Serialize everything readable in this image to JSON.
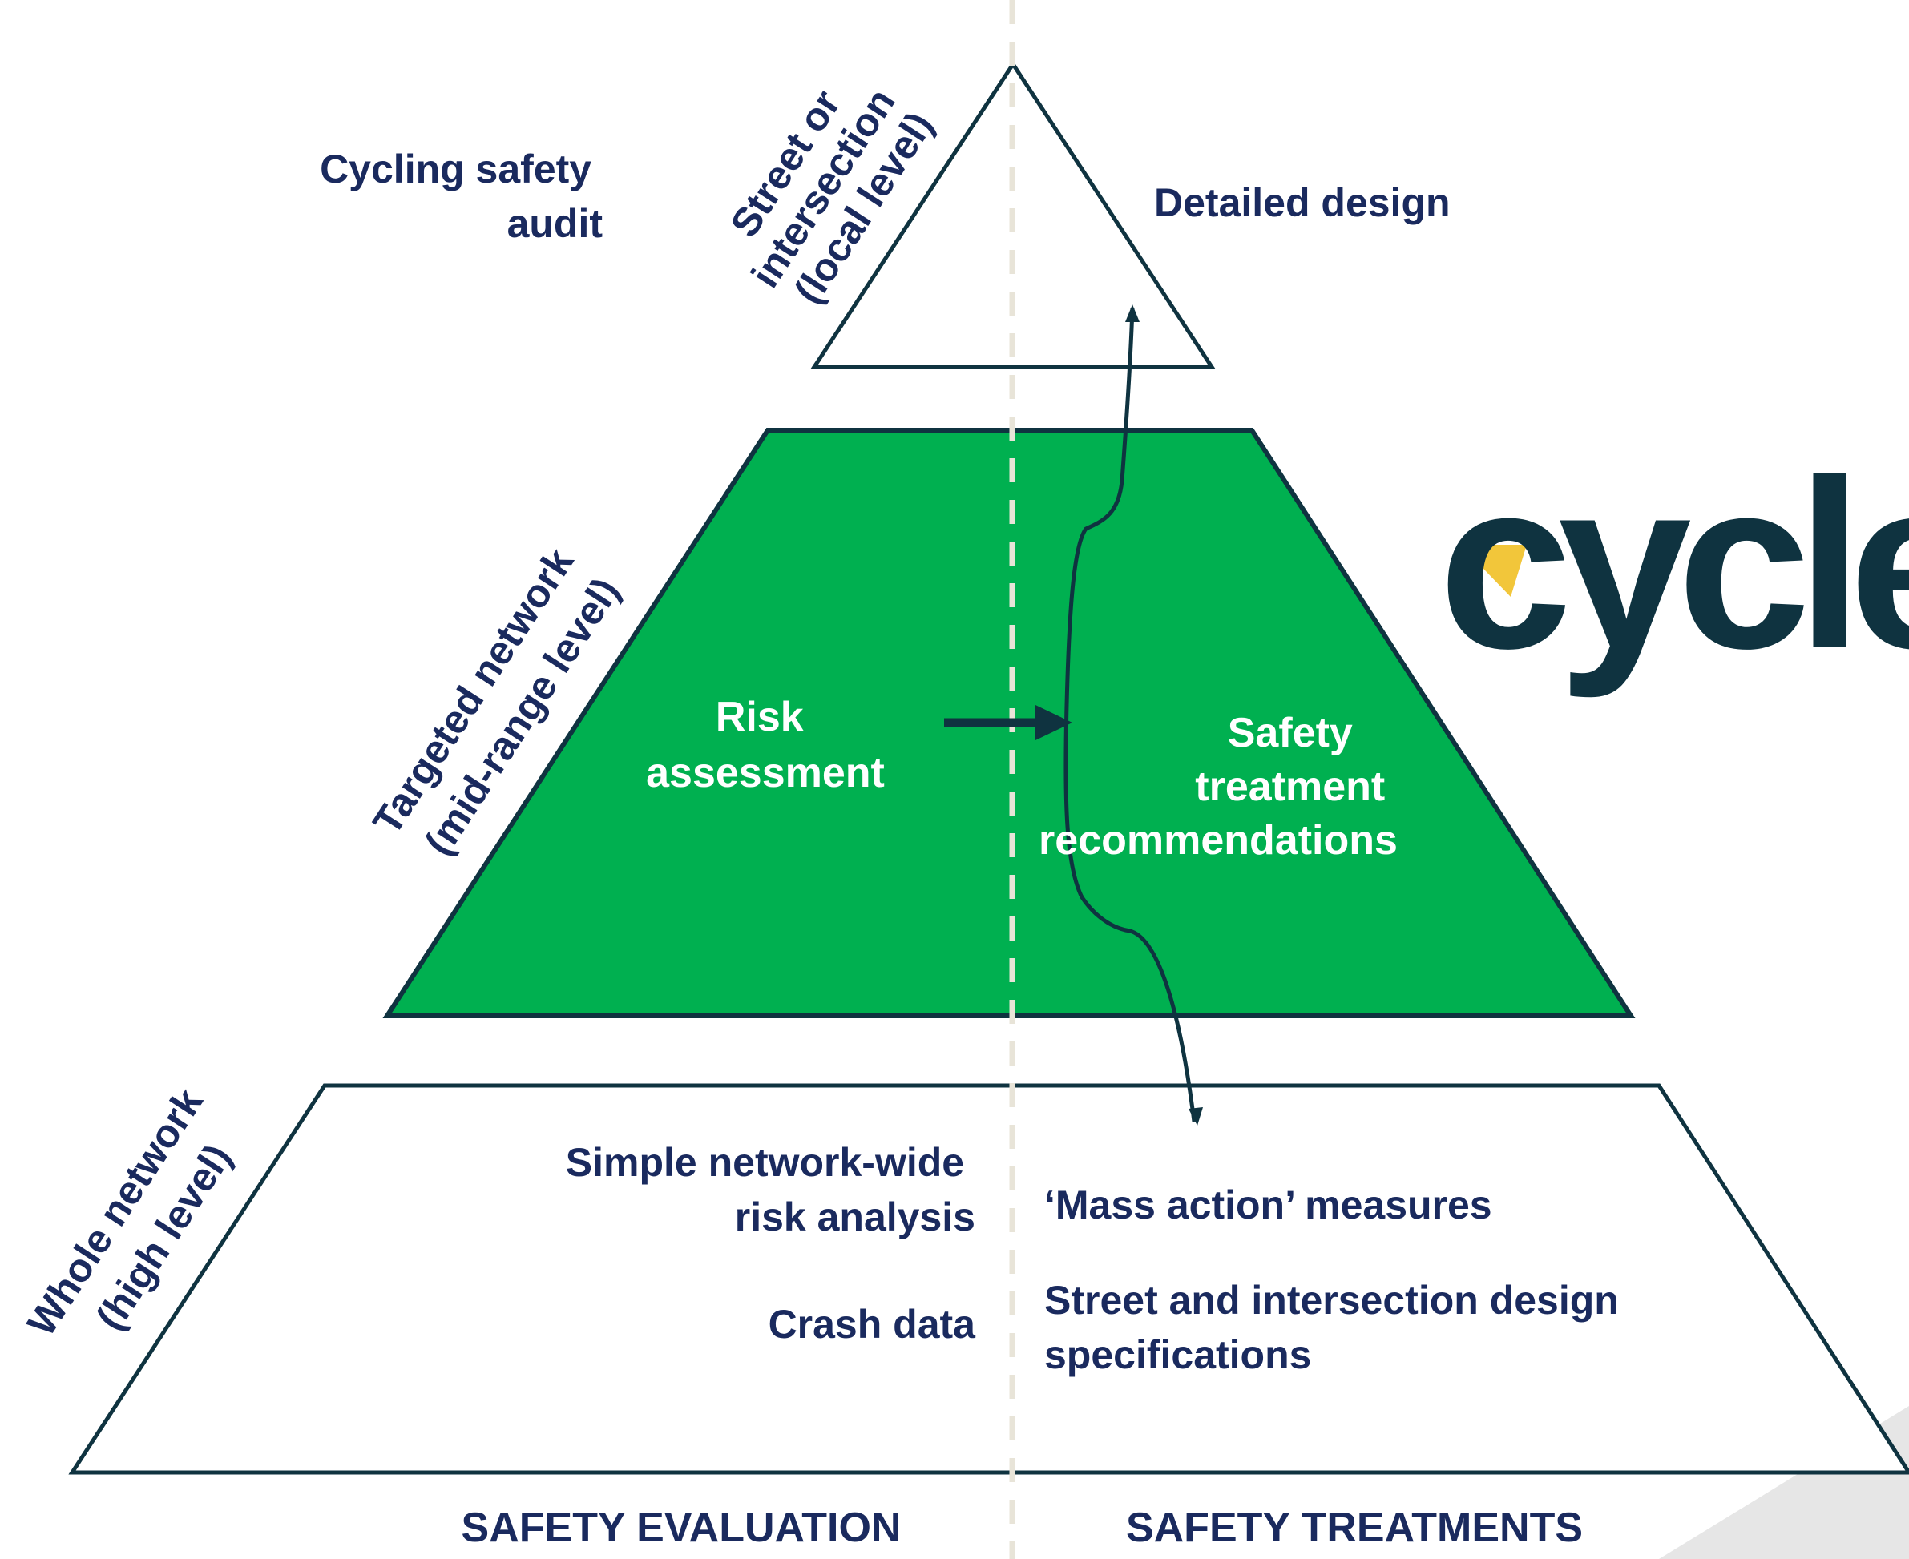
{
  "colors": {
    "navy_text": "#1a2a5e",
    "outline": "#0f3340",
    "green": "#00b050",
    "dashed_line": "#e8e4d8",
    "logo_dark": "#0f3340",
    "logo_accent": "#f2c63a",
    "corner_gray": "#e6e6e6"
  },
  "top_tier": {
    "side_label": [
      "Street or",
      "intersection",
      "(local level)"
    ],
    "evaluation": [
      "Cycling safety",
      "audit"
    ],
    "treatment": "Detailed design"
  },
  "middle_tier": {
    "side_label": [
      "Targeted network",
      "(mid-range level)"
    ],
    "evaluation": [
      "Risk",
      "assessment"
    ],
    "treatment": [
      "Safety",
      "treatment",
      "recommendations"
    ]
  },
  "bottom_tier": {
    "side_label": [
      "Whole network",
      "(high level)"
    ],
    "evaluation_1": [
      "Simple network-wide",
      "risk analysis"
    ],
    "evaluation_2": "Crash data",
    "treatment_1": "‘Mass action’ measures",
    "treatment_2": [
      "Street and intersection design",
      "specifications"
    ]
  },
  "footer": {
    "left_heading": "SAFETY EVALUATION",
    "right_heading": "SAFETY TREATMENTS"
  },
  "logo": {
    "text": "cycle",
    "icon": "cycle-logo"
  }
}
